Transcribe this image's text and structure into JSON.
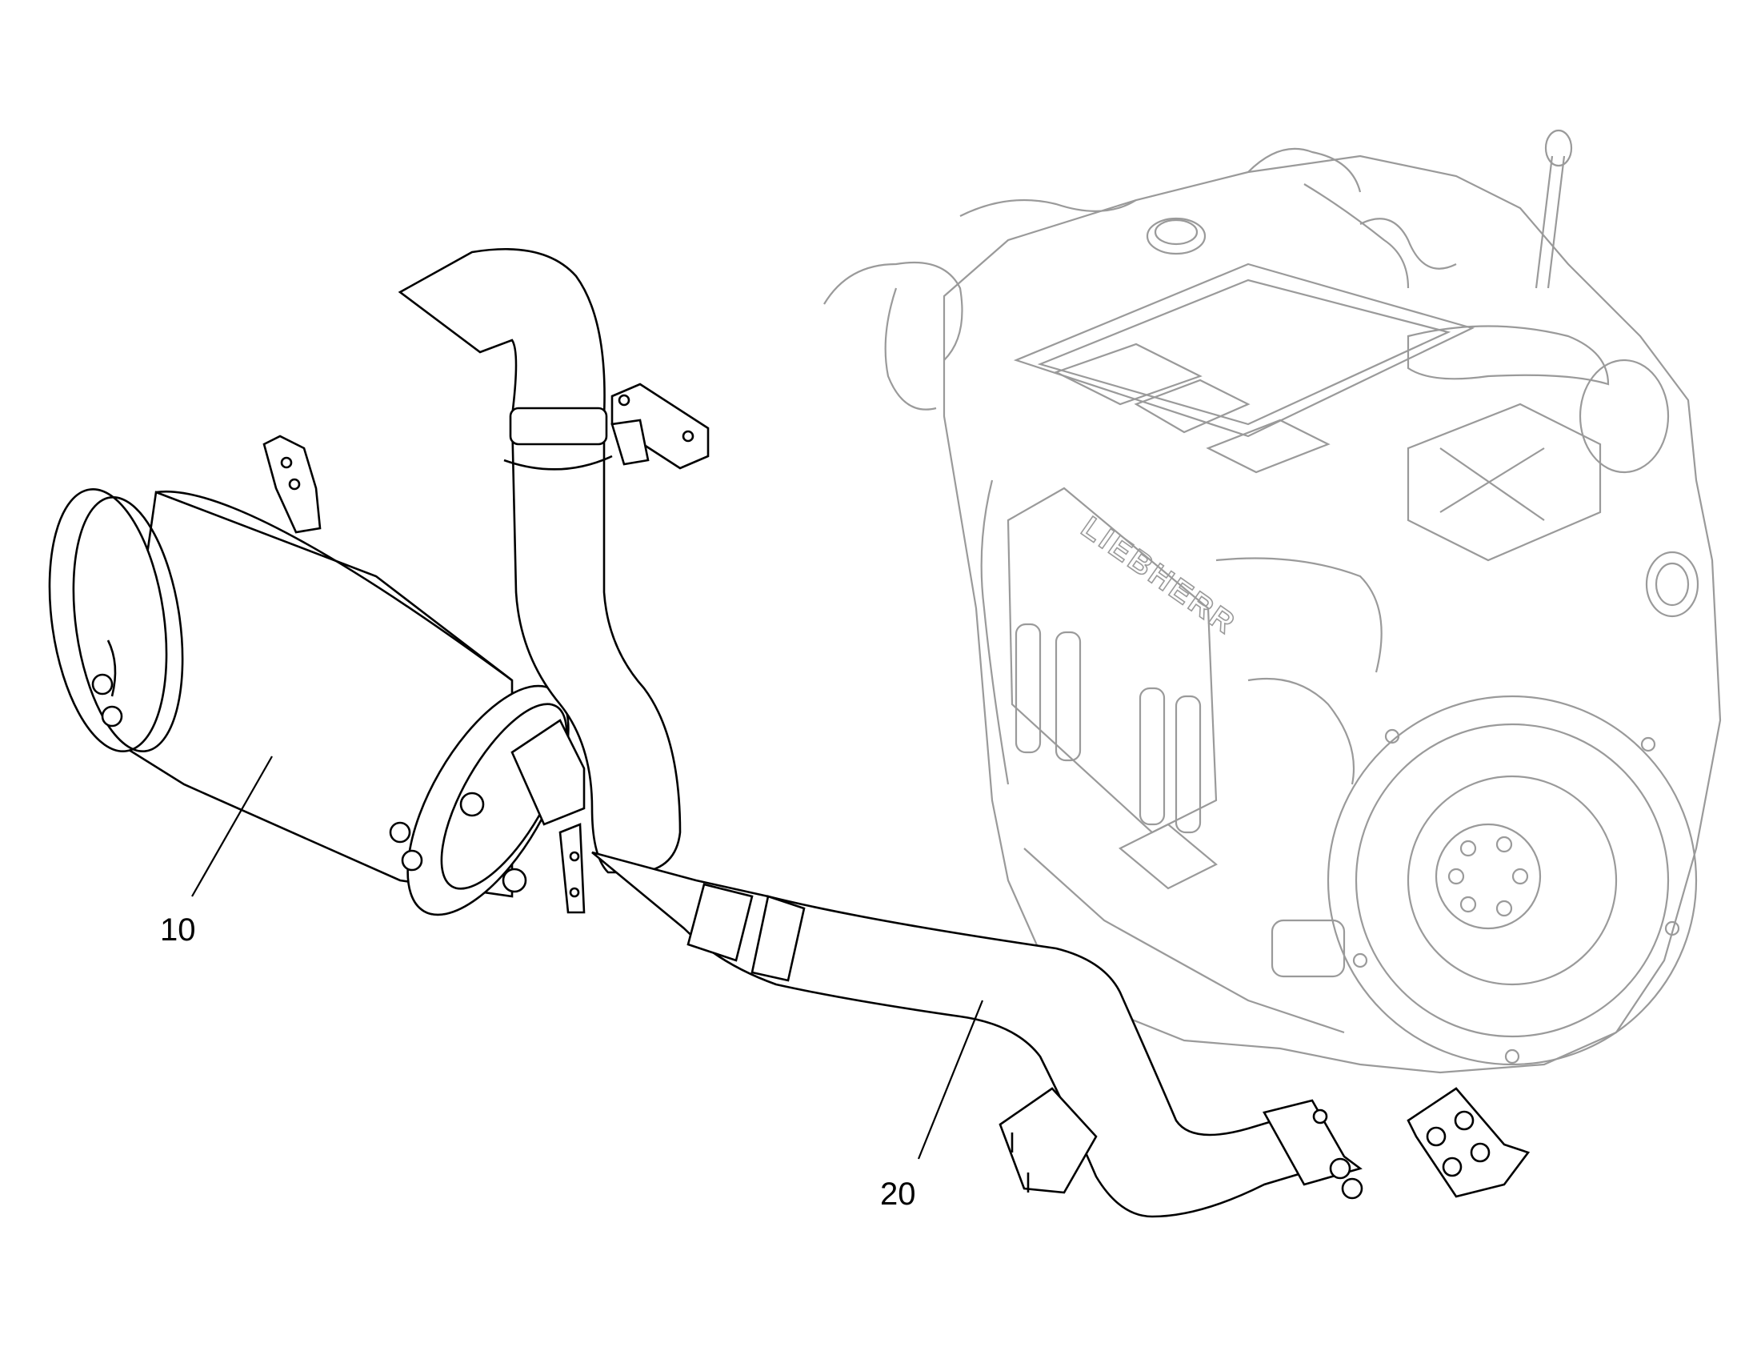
{
  "callouts": [
    {
      "number": "10"
    },
    {
      "number": "20"
    }
  ],
  "engine": {
    "brand_lettering": "LIEBHERR"
  },
  "colors": {
    "background": "#ffffff",
    "part_outline": "#000000",
    "engine_outline": "#9a9a9a"
  }
}
